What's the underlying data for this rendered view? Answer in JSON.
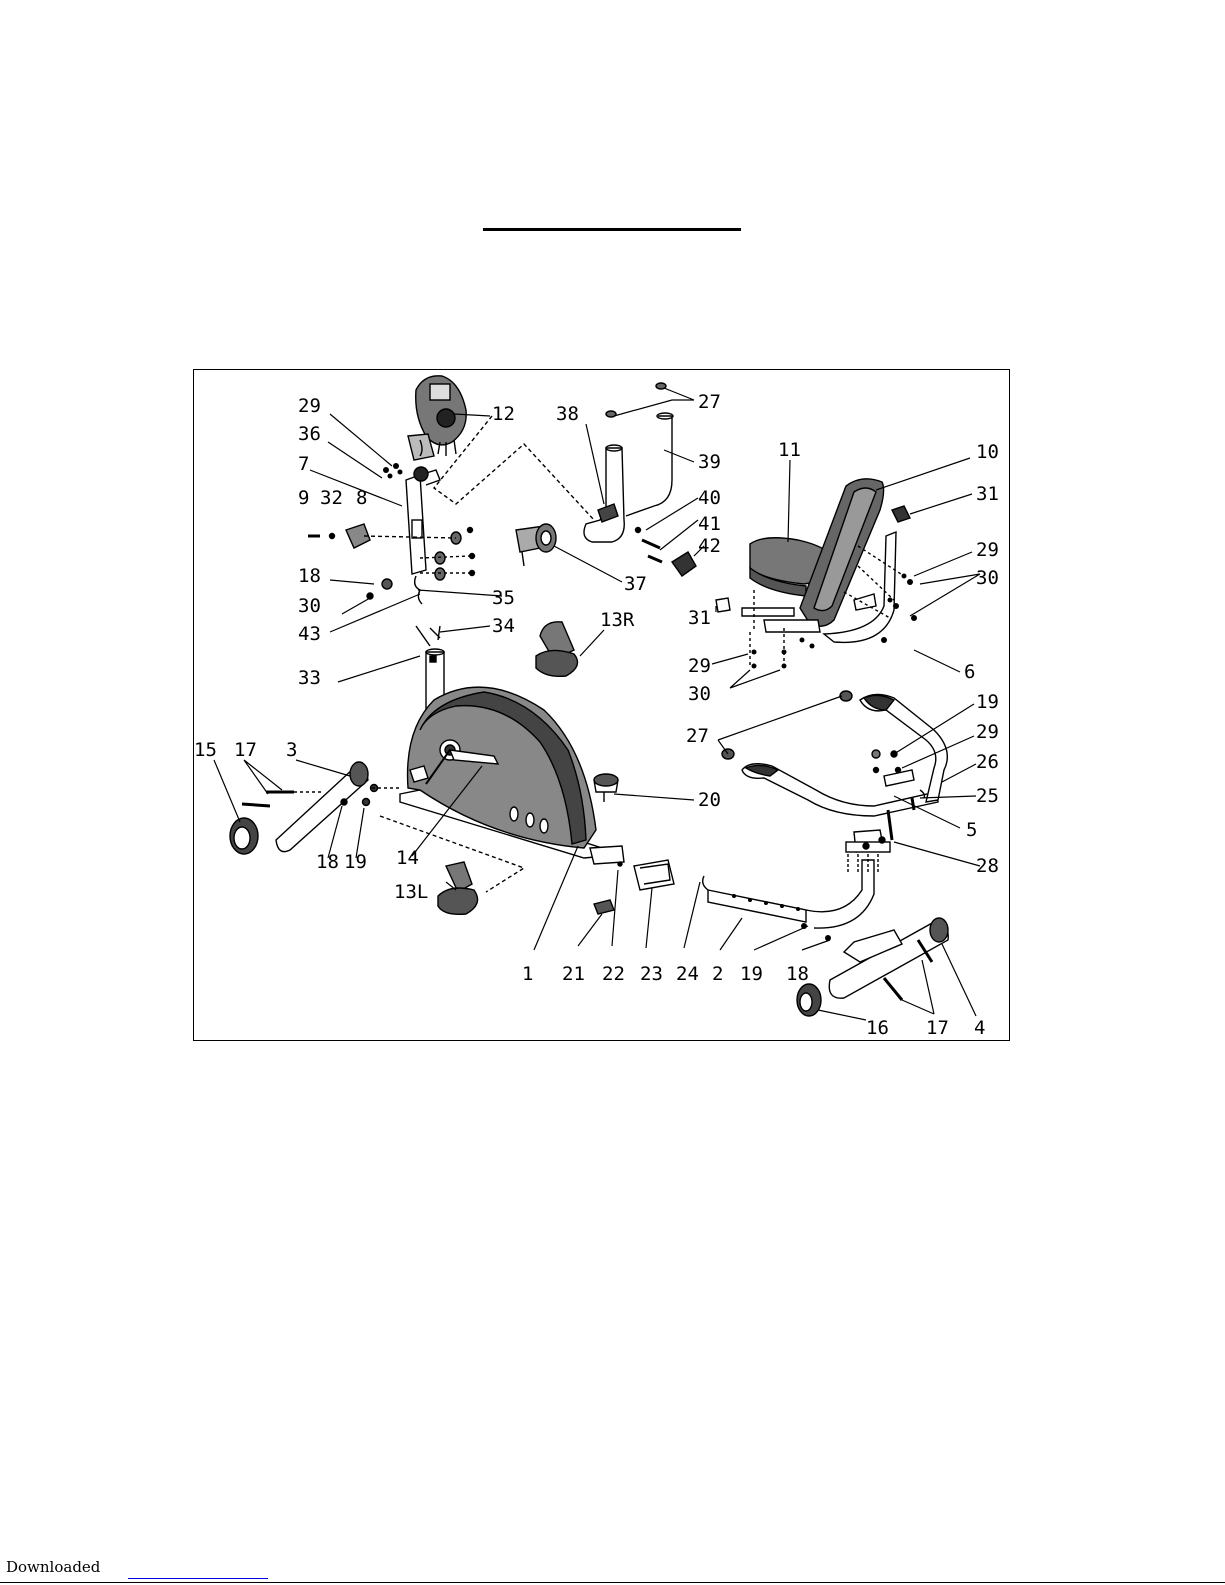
{
  "footer": {
    "text": "Downloaded"
  },
  "colors": {
    "ink": "#000000",
    "link": "#0000ee",
    "paper": "#ffffff"
  },
  "diagram": {
    "labels": {
      "l29a": "29",
      "l36": "36",
      "l7": "7",
      "l9": "9",
      "l32": "32",
      "l8": "8",
      "l18a": "18",
      "l30a": "30",
      "l43": "43",
      "l33": "33",
      "l12": "12",
      "l38": "38",
      "l27a": "27",
      "l39": "39",
      "l40": "40",
      "l41": "41",
      "l42": "42",
      "l37": "37",
      "l35": "35",
      "l34": "34",
      "l13r": "13R",
      "l11": "11",
      "l10": "10",
      "l31a": "31",
      "l29b": "29",
      "l30b": "30",
      "l31b": "31",
      "l29c": "29",
      "l30c": "30",
      "l6": "6",
      "l19a": "19",
      "l29d": "29",
      "l26": "26",
      "l25": "25",
      "l5": "5",
      "l28": "28",
      "l27b": "27",
      "l20": "20",
      "l15": "15",
      "l17a": "17",
      "l3": "3",
      "l18b": "18",
      "l19b": "19",
      "l14": "14",
      "l13l": "13L",
      "l1": "1",
      "l21": "21",
      "l22": "22",
      "l23": "23",
      "l24": "24",
      "l2": "2",
      "l19c": "19",
      "l18c": "18",
      "l16": "16",
      "l17b": "17",
      "l4": "4"
    }
  }
}
